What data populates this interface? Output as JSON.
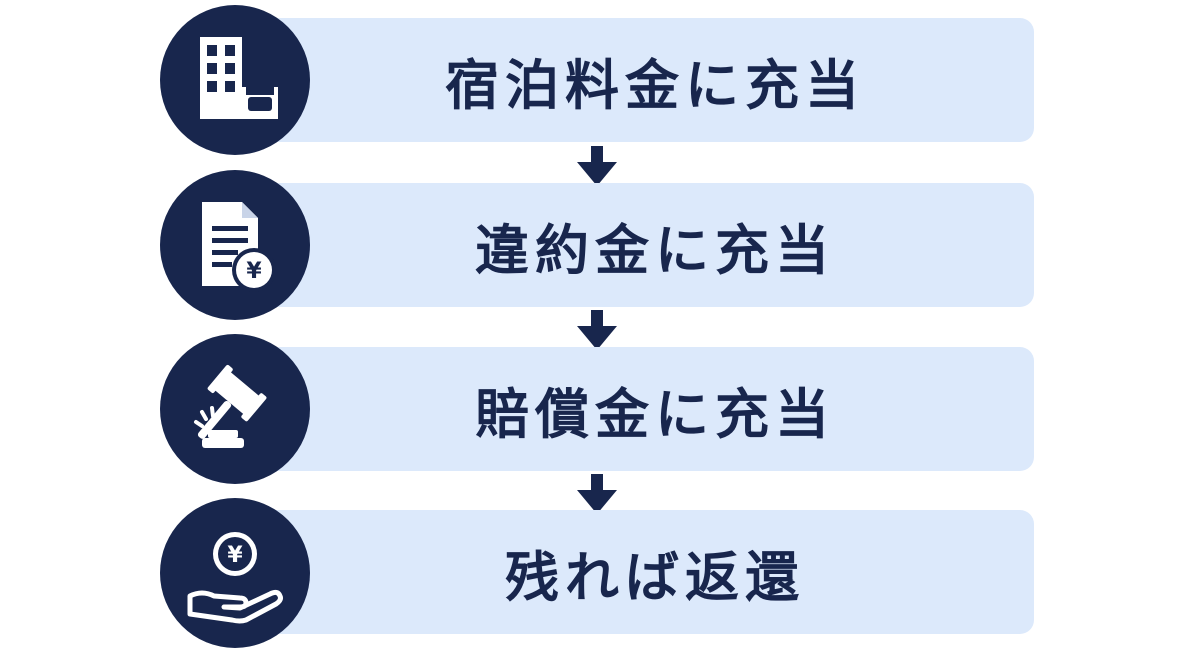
{
  "colors": {
    "navy": "#18264d",
    "bar_fill": "#dce9fb",
    "background": "#ffffff"
  },
  "steps": [
    {
      "label": "宿泊料金に充当",
      "icon": "hotel-bed-icon"
    },
    {
      "label": "違約金に充当",
      "icon": "document-yen-icon"
    },
    {
      "label": "賠償金に充当",
      "icon": "gavel-icon"
    },
    {
      "label": "残れば返還",
      "icon": "hand-yen-coin-icon"
    }
  ],
  "icon_glyph": {
    "yen": "¥"
  }
}
